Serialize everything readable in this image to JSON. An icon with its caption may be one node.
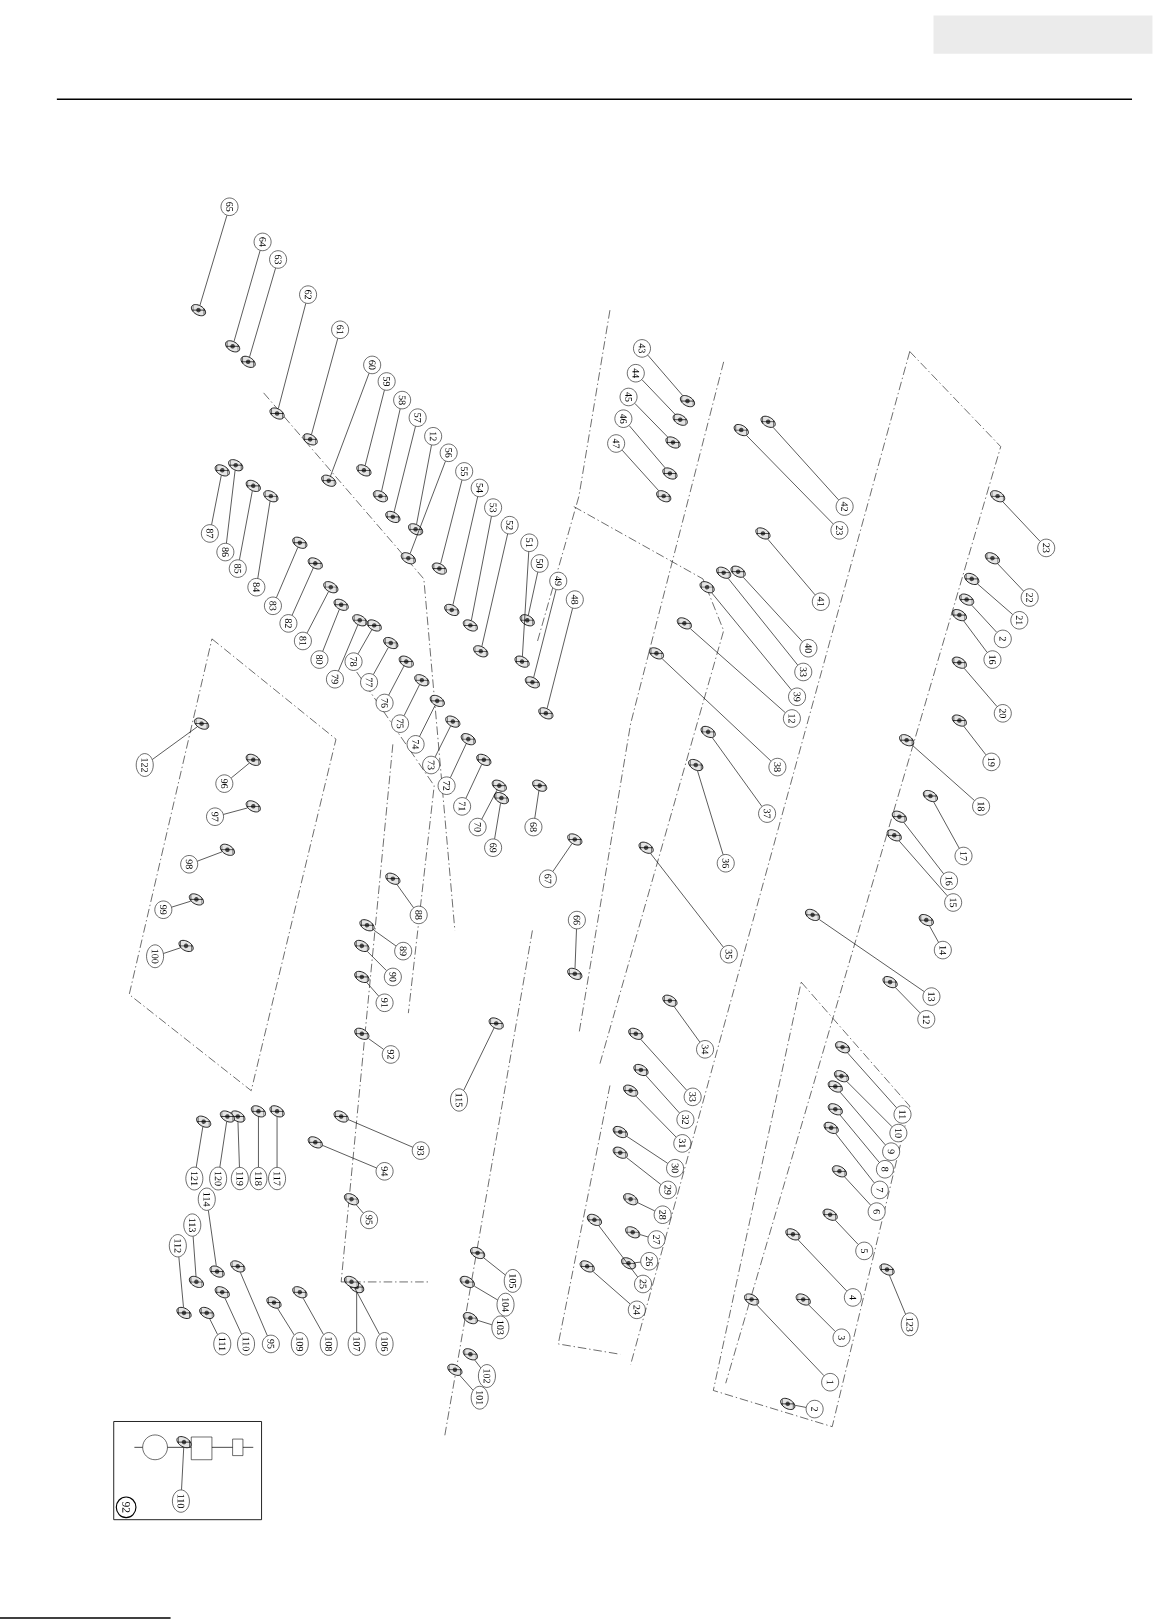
{
  "diagram": {
    "nodes": [
      {
        "text": [
          "65"
        ]
      },
      {
        "text": [
          "64"
        ]
      },
      {
        "text": [
          "63"
        ]
      },
      {
        "text": [
          "62"
        ]
      },
      {
        "text": [
          "61"
        ]
      },
      {
        "text": [
          "60"
        ]
      },
      {
        "text": [
          "59"
        ]
      },
      {
        "text": [
          "58"
        ]
      },
      {
        "text": [
          "57"
        ]
      },
      {
        "text": [
          "12"
        ]
      },
      {
        "text": [
          "56"
        ]
      },
      {
        "text": [
          "55"
        ]
      },
      {
        "text": [
          "54"
        ]
      },
      {
        "text": [
          "53"
        ]
      },
      {
        "text": [
          "52"
        ]
      },
      {
        "text": [
          "51"
        ]
      },
      {
        "text": [
          "50"
        ]
      },
      {
        "text": [
          "49"
        ]
      },
      {
        "text": [
          "48"
        ]
      },
      {
        "text": [
          "43"
        ]
      },
      {
        "text": [
          "44"
        ]
      },
      {
        "text": [
          "45"
        ]
      },
      {
        "text": [
          "46"
        ]
      },
      {
        "text": [
          "47"
        ]
      },
      {
        "text": [
          "42"
        ]
      },
      {
        "text": [
          "23"
        ]
      },
      {
        "text": [
          "41"
        ]
      },
      {
        "text": [
          "40"
        ]
      },
      {
        "text": [
          "33"
        ]
      },
      {
        "text": [
          "39"
        ]
      },
      {
        "text": [
          "12"
        ]
      },
      {
        "text": [
          "38"
        ]
      },
      {
        "text": [
          "37"
        ]
      },
      {
        "text": [
          "36"
        ]
      },
      {
        "text": [
          "35"
        ]
      },
      {
        "text": [
          "23"
        ]
      },
      {
        "text": [
          "22"
        ]
      },
      {
        "text": [
          "21"
        ]
      },
      {
        "text": [
          "2"
        ]
      },
      {
        "text": [
          "16"
        ]
      },
      {
        "text": [
          "20"
        ]
      },
      {
        "text": [
          "19"
        ]
      },
      {
        "text": [
          "18"
        ]
      },
      {
        "text": [
          "17"
        ]
      },
      {
        "text": [
          "16"
        ]
      },
      {
        "text": [
          "15"
        ]
      },
      {
        "text": [
          "14"
        ]
      },
      {
        "text": [
          "13"
        ]
      },
      {
        "text": [
          "12"
        ]
      },
      {
        "text": [
          "11"
        ]
      },
      {
        "text": [
          "10"
        ]
      },
      {
        "text": [
          "9"
        ]
      },
      {
        "text": [
          "8"
        ]
      },
      {
        "text": [
          "7"
        ]
      },
      {
        "text": [
          "6"
        ]
      },
      {
        "text": [
          "5"
        ]
      },
      {
        "text": [
          "4"
        ]
      },
      {
        "text": [
          "3"
        ]
      },
      {
        "text": [
          "123"
        ]
      },
      {
        "text": [
          "1"
        ]
      },
      {
        "text": [
          "2"
        ]
      },
      {
        "text": [
          "34"
        ]
      },
      {
        "text": [
          "33"
        ]
      },
      {
        "text": [
          "32"
        ]
      },
      {
        "text": [
          "31"
        ]
      },
      {
        "text": [
          "30"
        ]
      },
      {
        "text": [
          "29"
        ]
      },
      {
        "text": [
          "28"
        ]
      },
      {
        "text": [
          "27"
        ]
      },
      {
        "text": [
          "26"
        ]
      },
      {
        "text": [
          "25"
        ]
      },
      {
        "text": [
          "24"
        ]
      },
      {
        "text": [
          "115"
        ]
      },
      {
        "text": [
          "105"
        ]
      },
      {
        "text": [
          "104"
        ]
      },
      {
        "text": [
          "103"
        ]
      },
      {
        "text": [
          "102"
        ]
      },
      {
        "text": [
          "101"
        ]
      },
      {
        "text": [
          "66"
        ]
      },
      {
        "text": [
          "67"
        ]
      },
      {
        "text": [
          "68"
        ]
      },
      {
        "text": [
          "69"
        ]
      },
      {
        "text": [
          "70"
        ]
      },
      {
        "text": [
          "71"
        ]
      },
      {
        "text": [
          "72"
        ]
      },
      {
        "text": [
          "73"
        ]
      },
      {
        "text": [
          "74"
        ]
      },
      {
        "text": [
          "75"
        ]
      },
      {
        "text": [
          "76"
        ]
      },
      {
        "text": [
          "77"
        ]
      },
      {
        "text": [
          "78"
        ]
      },
      {
        "text": [
          "79"
        ]
      },
      {
        "text": [
          "80"
        ]
      },
      {
        "text": [
          "81"
        ]
      },
      {
        "text": [
          "82"
        ]
      },
      {
        "text": [
          "83"
        ]
      },
      {
        "text": [
          "84"
        ]
      },
      {
        "text": [
          "85"
        ]
      },
      {
        "text": [
          "86"
        ]
      },
      {
        "text": [
          "87"
        ]
      },
      {
        "text": [
          "122"
        ]
      },
      {
        "text": [
          "96"
        ]
      },
      {
        "text": [
          "97"
        ]
      },
      {
        "text": [
          "98"
        ]
      },
      {
        "text": [
          "99"
        ]
      },
      {
        "text": [
          "100"
        ]
      },
      {
        "text": [
          "88"
        ]
      },
      {
        "text": [
          "89"
        ]
      },
      {
        "text": [
          "90"
        ]
      },
      {
        "text": [
          "91"
        ]
      },
      {
        "text": [
          "92"
        ]
      },
      {
        "text": [
          "93"
        ]
      },
      {
        "text": [
          "94"
        ]
      },
      {
        "text": [
          "95"
        ]
      },
      {
        "text": [
          "117"
        ]
      },
      {
        "text": [
          "118"
        ]
      },
      {
        "text": [
          "119"
        ]
      },
      {
        "text": [
          "120"
        ]
      },
      {
        "text": [
          "121"
        ]
      },
      {
        "text": [
          "114"
        ]
      },
      {
        "text": [
          "113"
        ]
      },
      {
        "text": [
          "112"
        ]
      },
      {
        "text": [
          "111"
        ]
      },
      {
        "text": [
          "110"
        ]
      },
      {
        "text": [
          "95"
        ]
      },
      {
        "text": [
          "109"
        ]
      },
      {
        "text": [
          "108"
        ]
      },
      {
        "text": [
          "107"
        ]
      },
      {
        "text": [
          "106"
        ]
      },
      {
        "text": [
          "110"
        ]
      },
      {
        "text": [],
        "shape": "picture"
      },
      {
        "text": [],
        "shape": "picture"
      },
      {
        "text": [],
        "shape": "picture"
      },
      {
        "text": [],
        "shape": "picture"
      },
      {
        "text": [],
        "shape": "picture"
      },
      {
        "text": [],
        "shape": "picture"
      },
      {
        "text": [],
        "shape": "picture"
      },
      {
        "text": [],
        "shape": "picture"
      },
      {
        "text": [],
        "shape": "picture"
      },
      {
        "text": [],
        "shape": "picture"
      },
      {
        "text": [],
        "shape": "picture"
      },
      {
        "text": [],
        "shape": "picture"
      },
      {
        "text": [],
        "shape": "picture"
      },
      {
        "text": [],
        "shape": "picture"
      },
      {
        "text": [],
        "shape": "picture"
      },
      {
        "text": [],
        "shape": "picture"
      },
      {
        "text": [],
        "shape": "picture"
      },
      {
        "text": [],
        "shape": "picture"
      },
      {
        "text": [],
        "shape": "picture"
      },
      {
        "text": [],
        "shape": "picture"
      },
      {
        "text": [],
        "shape": "picture"
      },
      {
        "text": [],
        "shape": "picture"
      },
      {
        "text": [],
        "shape": "picture"
      },
      {
        "text": [],
        "shape": "picture"
      },
      {
        "text": [],
        "shape": "picture"
      },
      {
        "text": [],
        "shape": "picture"
      },
      {
        "text": [],
        "shape": "picture"
      },
      {
        "text": [],
        "shape": "picture"
      },
      {
        "text": [],
        "shape": "picture"
      },
      {
        "text": [],
        "shape": "picture"
      },
      {
        "text": [],
        "shape": "picture"
      },
      {
        "text": [],
        "shape": "picture"
      },
      {
        "text": [],
        "shape": "picture"
      },
      {
        "text": [],
        "shape": "picture"
      },
      {
        "text": [],
        "shape": "picture"
      },
      {
        "text": [],
        "shape": "picture"
      },
      {
        "text": [],
        "shape": "picture"
      },
      {
        "text": [],
        "shape": "picture"
      },
      {
        "text": [],
        "shape": "picture"
      },
      {
        "text": [],
        "shape": "picture"
      },
      {
        "text": [],
        "shape": "picture"
      },
      {
        "text": [],
        "shape": "picture"
      },
      {
        "text": [],
        "shape": "picture"
      },
      {
        "text": [],
        "shape": "picture"
      },
      {
        "text": [],
        "shape": "picture"
      },
      {
        "text": [],
        "shape": "picture"
      },
      {
        "text": [],
        "shape": "picture"
      },
      {
        "text": [],
        "shape": "picture"
      },
      {
        "text": [],
        "shape": "picture"
      },
      {
        "text": [],
        "shape": "picture"
      },
      {
        "text": [],
        "shape": "picture"
      },
      {
        "text": [],
        "shape": "picture"
      },
      {
        "text": [],
        "shape": "picture"
      },
      {
        "text": [],
        "shape": "picture"
      },
      {
        "text": [],
        "shape": "picture"
      },
      {
        "text": [],
        "shape": "picture"
      },
      {
        "text": [],
        "shape": "picture"
      },
      {
        "text": [],
        "shape": "picture"
      },
      {
        "text": [],
        "shape": "picture"
      },
      {
        "text": [],
        "shape": "picture"
      },
      {
        "text": [],
        "shape": "picture"
      },
      {
        "text": [],
        "shape": "picture"
      },
      {
        "text": [],
        "shape": "picture"
      },
      {
        "text": [],
        "shape": "picture"
      },
      {
        "text": [],
        "shape": "picture"
      },
      {
        "text": [],
        "shape": "picture"
      },
      {
        "text": [],
        "shape": "picture"
      },
      {
        "text": [],
        "shape": "picture"
      },
      {
        "text": [],
        "shape": "picture"
      },
      {
        "text": [],
        "shape": "picture"
      },
      {
        "text": [],
        "shape": "picture"
      },
      {
        "text": [],
        "shape": "picture"
      },
      {
        "text": [],
        "shape": "picture"
      },
      {
        "text": [],
        "shape": "picture"
      },
      {
        "text": [],
        "shape": "picture"
      },
      {
        "text": [],
        "shape": "picture"
      },
      {
        "text": [],
        "shape": "picture"
      },
      {
        "text": [],
        "shape": "picture"
      },
      {
        "text": [],
        "shape": "picture"
      },
      {
        "text": [],
        "shape": "picture"
      },
      {
        "text": [],
        "shape": "picture"
      },
      {
        "text": [],
        "shape": "picture"
      },
      {
        "text": [],
        "shape": "picture"
      },
      {
        "text": [],
        "shape": "picture"
      },
      {
        "text": [],
        "shape": "picture"
      },
      {
        "text": [],
        "shape": "picture"
      },
      {
        "text": [],
        "shape": "picture"
      },
      {
        "text": [],
        "shape": "picture"
      },
      {
        "text": [],
        "shape": "picture"
      },
      {
        "text": [],
        "shape": "picture"
      },
      {
        "text": [],
        "shape": "picture"
      },
      {
        "text": [],
        "shape": "picture"
      },
      {
        "text": [],
        "shape": "picture"
      },
      {
        "text": [],
        "shape": "picture"
      },
      {
        "text": [],
        "shape": "picture"
      },
      {
        "text": [],
        "shape": "picture"
      },
      {
        "text": [],
        "shape": "picture"
      },
      {
        "text": [],
        "shape": "picture"
      },
      {
        "text": [],
        "shape": "picture"
      },
      {
        "text": [],
        "shape": "picture"
      },
      {
        "text": [],
        "shape": "picture"
      },
      {
        "text": [],
        "shape": "picture"
      },
      {
        "text": [],
        "shape": "picture"
      },
      {
        "text": [],
        "shape": "picture"
      },
      {
        "text": [],
        "shape": "picture"
      },
      {
        "text": [],
        "shape": "picture"
      },
      {
        "text": [],
        "shape": "picture"
      },
      {
        "text": [],
        "shape": "picture"
      },
      {
        "text": [],
        "shape": "picture"
      },
      {
        "text": [],
        "shape": "picture"
      },
      {
        "text": [],
        "shape": "picture"
      },
      {
        "text": [],
        "shape": "picture"
      },
      {
        "text": [],
        "shape": "picture"
      },
      {
        "text": [],
        "shape": "picture"
      },
      {
        "text": [],
        "shape": "picture"
      },
      {
        "text": [],
        "shape": "picture"
      },
      {
        "text": [],
        "shape": "picture"
      },
      {
        "text": [],
        "shape": "picture"
      },
      {
        "text": [],
        "shape": "picture"
      },
      {
        "text": [],
        "shape": "picture"
      },
      {
        "text": [],
        "shape": "picture"
      },
      {
        "text": [],
        "shape": "picture"
      },
      {
        "text": [],
        "shape": "picture"
      },
      {
        "text": [],
        "shape": "picture"
      },
      {
        "text": [],
        "shape": "picture"
      },
      {
        "text": [],
        "shape": "picture"
      },
      {
        "text": [],
        "shape": "picture"
      },
      {
        "text": [],
        "shape": "picture"
      },
      {
        "text": [],
        "shape": "picture"
      },
      {
        "text": [],
        "shape": "picture"
      }
    ],
    "edges": [
      {
        "from": 0,
        "to": 130,
        "arrow": "none"
      },
      {
        "from": 1,
        "to": 131,
        "arrow": "none"
      },
      {
        "from": 2,
        "to": 132,
        "arrow": "none"
      },
      {
        "from": 3,
        "to": 133,
        "arrow": "none"
      },
      {
        "from": 4,
        "to": 134,
        "arrow": "none"
      },
      {
        "from": 5,
        "to": 135,
        "arrow": "none"
      },
      {
        "from": 6,
        "to": 136,
        "arrow": "none"
      },
      {
        "from": 7,
        "to": 137,
        "arrow": "none"
      },
      {
        "from": 8,
        "to": 138,
        "arrow": "none"
      },
      {
        "from": 9,
        "to": 139,
        "arrow": "none"
      },
      {
        "from": 10,
        "to": 140,
        "arrow": "none"
      },
      {
        "from": 11,
        "to": 141,
        "arrow": "none"
      },
      {
        "from": 12,
        "to": 142,
        "arrow": "none"
      },
      {
        "from": 13,
        "to": 143,
        "arrow": "none"
      },
      {
        "from": 14,
        "to": 144,
        "arrow": "none"
      },
      {
        "from": 15,
        "to": 145,
        "arrow": "none"
      },
      {
        "from": 16,
        "to": 146,
        "arrow": "none"
      },
      {
        "from": 17,
        "to": 147,
        "arrow": "none"
      },
      {
        "from": 18,
        "to": 148,
        "arrow": "none"
      },
      {
        "from": 19,
        "to": 149,
        "arrow": "none"
      },
      {
        "from": 20,
        "to": 150,
        "arrow": "none"
      },
      {
        "from": 21,
        "to": 151,
        "arrow": "none"
      },
      {
        "from": 22,
        "to": 152,
        "arrow": "none"
      },
      {
        "from": 23,
        "to": 153,
        "arrow": "none"
      },
      {
        "from": 24,
        "to": 154,
        "arrow": "none"
      },
      {
        "from": 25,
        "to": 155,
        "arrow": "none"
      },
      {
        "from": 26,
        "to": 156,
        "arrow": "none"
      },
      {
        "from": 27,
        "to": 157,
        "arrow": "none"
      },
      {
        "from": 28,
        "to": 158,
        "arrow": "none"
      },
      {
        "from": 29,
        "to": 159,
        "arrow": "none"
      },
      {
        "from": 30,
        "to": 160,
        "arrow": "none"
      },
      {
        "from": 31,
        "to": 161,
        "arrow": "none"
      },
      {
        "from": 32,
        "to": 162,
        "arrow": "none"
      },
      {
        "from": 33,
        "to": 163,
        "arrow": "none"
      },
      {
        "from": 34,
        "to": 164,
        "arrow": "none"
      },
      {
        "from": 35,
        "to": 165,
        "arrow": "none"
      },
      {
        "from": 36,
        "to": 166,
        "arrow": "none"
      },
      {
        "from": 37,
        "to": 167,
        "arrow": "none"
      },
      {
        "from": 38,
        "to": 168,
        "arrow": "none"
      },
      {
        "from": 39,
        "to": 169,
        "arrow": "none"
      },
      {
        "from": 40,
        "to": 170,
        "arrow": "none"
      },
      {
        "from": 41,
        "to": 171,
        "arrow": "none"
      },
      {
        "from": 42,
        "to": 172,
        "arrow": "none"
      },
      {
        "from": 43,
        "to": 173,
        "arrow": "none"
      },
      {
        "from": 44,
        "to": 174,
        "arrow": "none"
      },
      {
        "from": 45,
        "to": 175,
        "arrow": "none"
      },
      {
        "from": 46,
        "to": 176,
        "arrow": "none"
      },
      {
        "from": 47,
        "to": 177,
        "arrow": "none"
      },
      {
        "from": 48,
        "to": 178,
        "arrow": "none"
      },
      {
        "from": 49,
        "to": 179,
        "arrow": "none"
      },
      {
        "from": 50,
        "to": 180,
        "arrow": "none"
      },
      {
        "from": 51,
        "to": 181,
        "arrow": "none"
      },
      {
        "from": 52,
        "to": 182,
        "arrow": "none"
      },
      {
        "from": 53,
        "to": 183,
        "arrow": "none"
      },
      {
        "from": 54,
        "to": 184,
        "arrow": "none"
      },
      {
        "from": 55,
        "to": 185,
        "arrow": "none"
      },
      {
        "from": 56,
        "to": 186,
        "arrow": "none"
      },
      {
        "from": 57,
        "to": 187,
        "arrow": "none"
      },
      {
        "from": 58,
        "to": 188,
        "arrow": "none"
      },
      {
        "from": 59,
        "to": 189,
        "arrow": "none"
      },
      {
        "from": 60,
        "to": 190,
        "arrow": "none"
      },
      {
        "from": 61,
        "to": 191,
        "arrow": "none"
      },
      {
        "from": 62,
        "to": 192,
        "arrow": "none"
      },
      {
        "from": 63,
        "to": 193,
        "arrow": "none"
      },
      {
        "from": 64,
        "to": 194,
        "arrow": "none"
      },
      {
        "from": 65,
        "to": 195,
        "arrow": "none"
      },
      {
        "from": 66,
        "to": 196,
        "arrow": "none"
      },
      {
        "from": 67,
        "to": 197,
        "arrow": "none"
      },
      {
        "from": 68,
        "to": 198,
        "arrow": "none"
      },
      {
        "from": 69,
        "to": 199,
        "arrow": "none"
      },
      {
        "from": 70,
        "to": 200,
        "arrow": "none"
      },
      {
        "from": 71,
        "to": 201,
        "arrow": "none"
      },
      {
        "from": 72,
        "to": 202,
        "arrow": "none"
      },
      {
        "from": 73,
        "to": 203,
        "arrow": "none"
      },
      {
        "from": 74,
        "to": 204,
        "arrow": "none"
      },
      {
        "from": 75,
        "to": 205,
        "arrow": "none"
      },
      {
        "from": 76,
        "to": 206,
        "arrow": "none"
      },
      {
        "from": 77,
        "to": 207,
        "arrow": "none"
      },
      {
        "from": 78,
        "to": 208,
        "arrow": "none"
      },
      {
        "from": 79,
        "to": 209,
        "arrow": "none"
      },
      {
        "from": 80,
        "to": 210,
        "arrow": "none"
      },
      {
        "from": 81,
        "to": 211,
        "arrow": "none"
      },
      {
        "from": 82,
        "to": 212,
        "arrow": "none"
      },
      {
        "from": 83,
        "to": 213,
        "arrow": "none"
      },
      {
        "from": 84,
        "to": 214,
        "arrow": "none"
      },
      {
        "from": 85,
        "to": 215,
        "arrow": "none"
      },
      {
        "from": 86,
        "to": 216,
        "arrow": "none"
      },
      {
        "from": 87,
        "to": 217,
        "arrow": "none"
      },
      {
        "from": 88,
        "to": 218,
        "arrow": "none"
      },
      {
        "from": 89,
        "to": 219,
        "arrow": "none"
      },
      {
        "from": 90,
        "to": 220,
        "arrow": "none"
      },
      {
        "from": 91,
        "to": 221,
        "arrow": "none"
      },
      {
        "from": 92,
        "to": 222,
        "arrow": "none"
      },
      {
        "from": 93,
        "to": 223,
        "arrow": "none"
      },
      {
        "from": 94,
        "to": 224,
        "arrow": "none"
      },
      {
        "from": 95,
        "to": 225,
        "arrow": "none"
      },
      {
        "from": 96,
        "to": 226,
        "arrow": "none"
      },
      {
        "from": 97,
        "to": 227,
        "arrow": "none"
      },
      {
        "from": 98,
        "to": 228,
        "arrow": "none"
      },
      {
        "from": 99,
        "to": 229,
        "arrow": "none"
      },
      {
        "from": 100,
        "to": 230,
        "arrow": "none"
      },
      {
        "from": 101,
        "to": 231,
        "arrow": "none"
      },
      {
        "from": 102,
        "to": 232,
        "arrow": "none"
      },
      {
        "from": 103,
        "to": 233,
        "arrow": "none"
      },
      {
        "from": 104,
        "to": 234,
        "arrow": "none"
      },
      {
        "from": 105,
        "to": 235,
        "arrow": "none"
      },
      {
        "from": 106,
        "to": 236,
        "arrow": "none"
      },
      {
        "from": 107,
        "to": 237,
        "arrow": "none"
      },
      {
        "from": 108,
        "to": 238,
        "arrow": "none"
      },
      {
        "from": 109,
        "to": 239,
        "arrow": "none"
      },
      {
        "from": 110,
        "to": 240,
        "arrow": "none"
      },
      {
        "from": 111,
        "to": 241,
        "arrow": "none"
      },
      {
        "from": 112,
        "to": 242,
        "arrow": "none"
      },
      {
        "from": 113,
        "to": 243,
        "arrow": "none"
      },
      {
        "from": 114,
        "to": 244,
        "arrow": "none"
      },
      {
        "from": 115,
        "to": 245,
        "arrow": "none"
      },
      {
        "from": 116,
        "to": 246,
        "arrow": "none"
      },
      {
        "from": 117,
        "to": 247,
        "arrow": "none"
      },
      {
        "from": 118,
        "to": 248,
        "arrow": "none"
      },
      {
        "from": 119,
        "to": 249,
        "arrow": "none"
      },
      {
        "from": 120,
        "to": 250,
        "arrow": "none"
      },
      {
        "from": 121,
        "to": 251,
        "arrow": "none"
      },
      {
        "from": 122,
        "to": 252,
        "arrow": "none"
      },
      {
        "from": 123,
        "to": 253,
        "arrow": "none"
      },
      {
        "from": 124,
        "to": 254,
        "arrow": "none"
      },
      {
        "from": 125,
        "to": 255,
        "arrow": "none"
      },
      {
        "from": 126,
        "to": 256,
        "arrow": "none"
      },
      {
        "from": 127,
        "to": 257,
        "arrow": "none"
      },
      {
        "from": 128,
        "to": 258,
        "arrow": "none"
      },
      {
        "from": 129,
        "to": 259,
        "arrow": "none"
      }
    ],
    "labels": [
      "92"
    ]
  }
}
